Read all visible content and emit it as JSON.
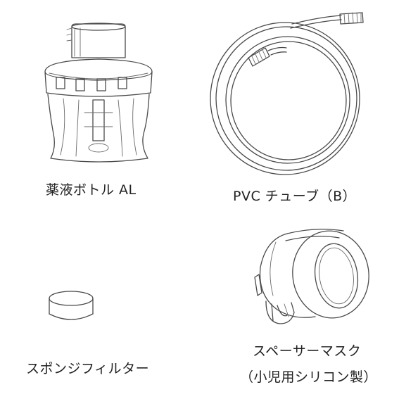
{
  "items": [
    {
      "id": "medicine-bottle",
      "label": "薬液ボトル AL"
    },
    {
      "id": "pvc-tube",
      "label": "PVC チューブ（B）"
    },
    {
      "id": "sponge-filter",
      "label": "スポンジフィルター"
    },
    {
      "id": "spacer-mask",
      "label_line1": "スペーサーマスク",
      "label_line2": "（小児用シリコン製）"
    }
  ]
}
